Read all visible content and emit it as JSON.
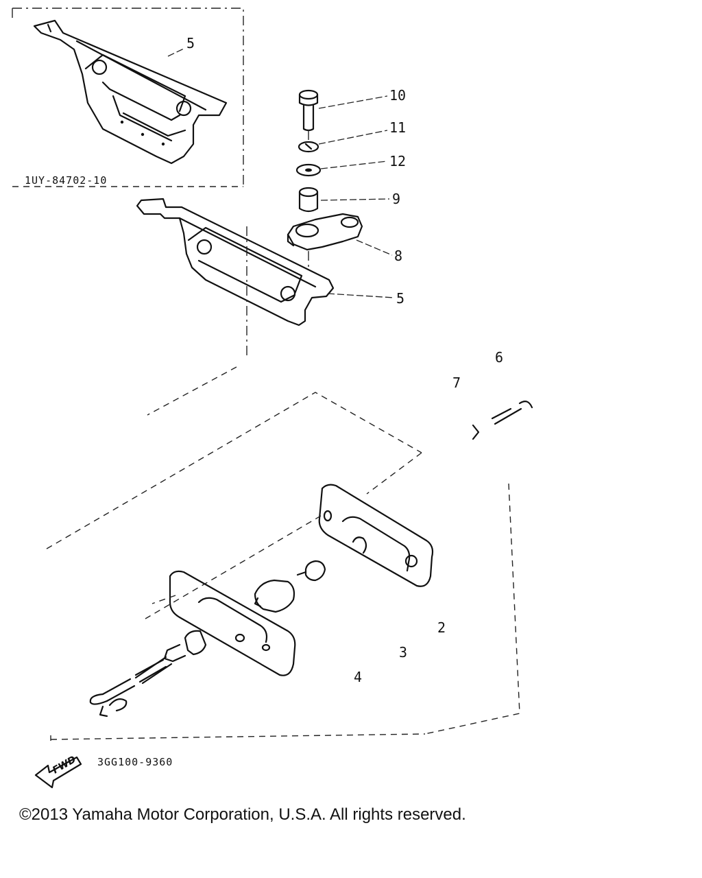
{
  "callouts": {
    "c5_top": "5",
    "c10": "10",
    "c11": "11",
    "c12": "12",
    "c9": "9",
    "c8": "8",
    "c5_mid": "5",
    "c6": "6",
    "c7": "7",
    "c2": "2",
    "c3": "3",
    "c4": "4"
  },
  "codes": {
    "inset_part_code": "1UY-84702-10",
    "diagram_code": "3GG100-9360"
  },
  "fwd_label": "FWD",
  "copyright": "©2013 Yamaha Motor Corporation, U.S.A. All rights reserved."
}
